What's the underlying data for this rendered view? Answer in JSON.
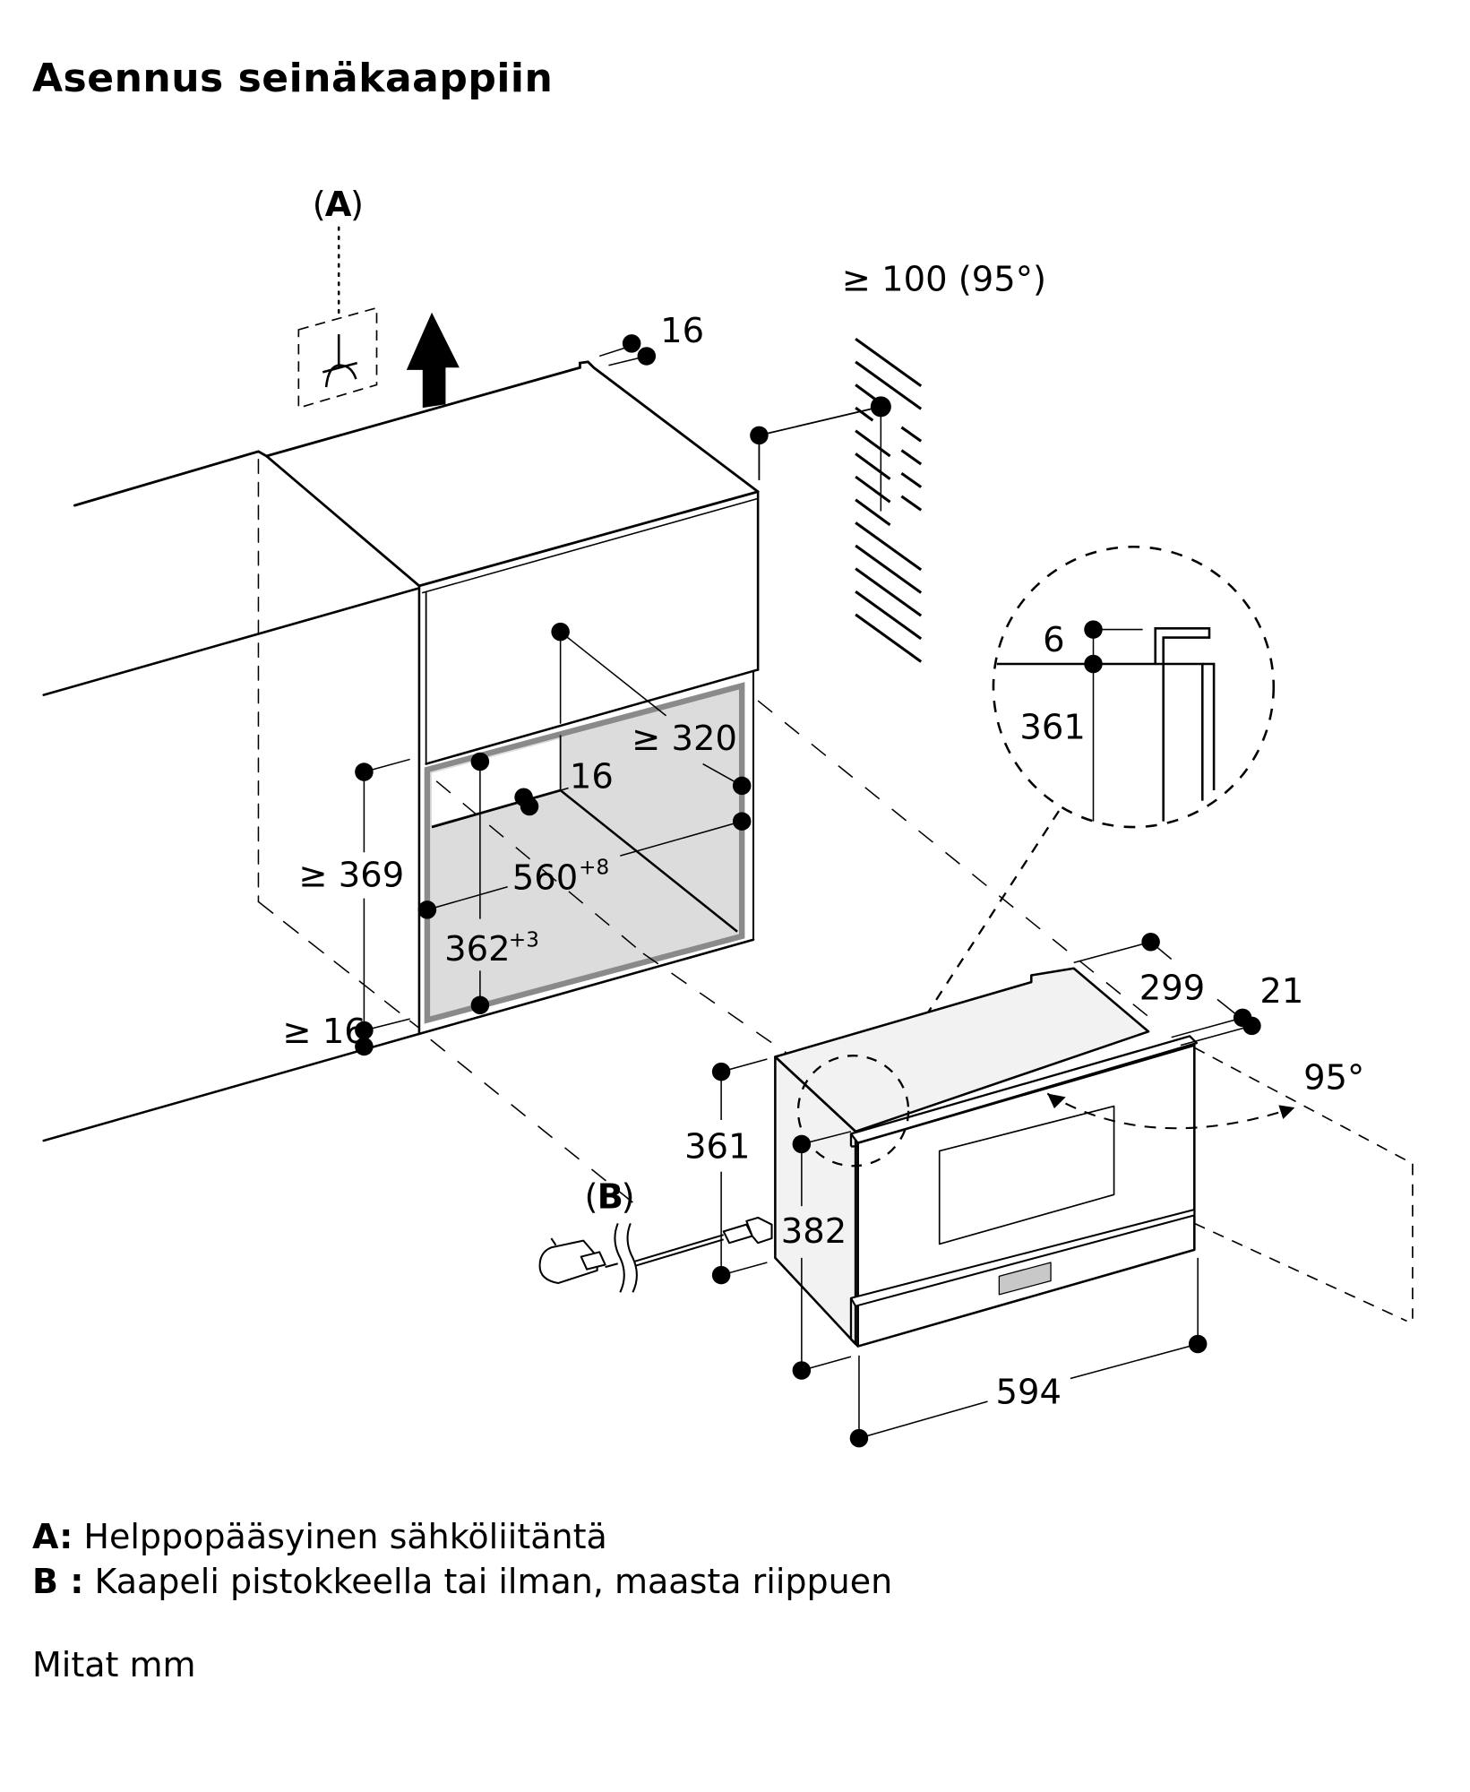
{
  "page": {
    "title": "Asennus seinäkaappiin"
  },
  "callouts": {
    "a": "A",
    "b": "B"
  },
  "dimensions": {
    "top_gap": "16",
    "vent_clearance": "≥ 100 (95°)",
    "niche_depth_min": "≥ 320",
    "inner_gap": "16",
    "niche_height_min": "≥ 369",
    "niche_width": "560",
    "niche_width_tolerance": "+8",
    "niche_height": "362",
    "niche_height_tolerance": "+3",
    "bottom_gap_min": "≥ 16",
    "detail_gap": "6",
    "detail_height": "361",
    "appliance_depth": "299",
    "front_thickness": "21",
    "door_angle": "95°",
    "appliance_body_height": "361",
    "appliance_front_height": "382",
    "appliance_width": "594"
  },
  "legend": {
    "a_key": "A:",
    "a_text": "Helppopääsyinen sähköliitäntä",
    "b_key": "B :",
    "b_text": "Kaapeli pistokkeella tai ilman, maasta riippuen"
  },
  "units_note": "Mitat mm",
  "colors": {
    "line": "#000000",
    "niche_fill": "#dcdcdc",
    "niche_border": "#8a8a8a",
    "appliance_side": "#f2f2f2",
    "control_panel": "#c8c8c8"
  }
}
